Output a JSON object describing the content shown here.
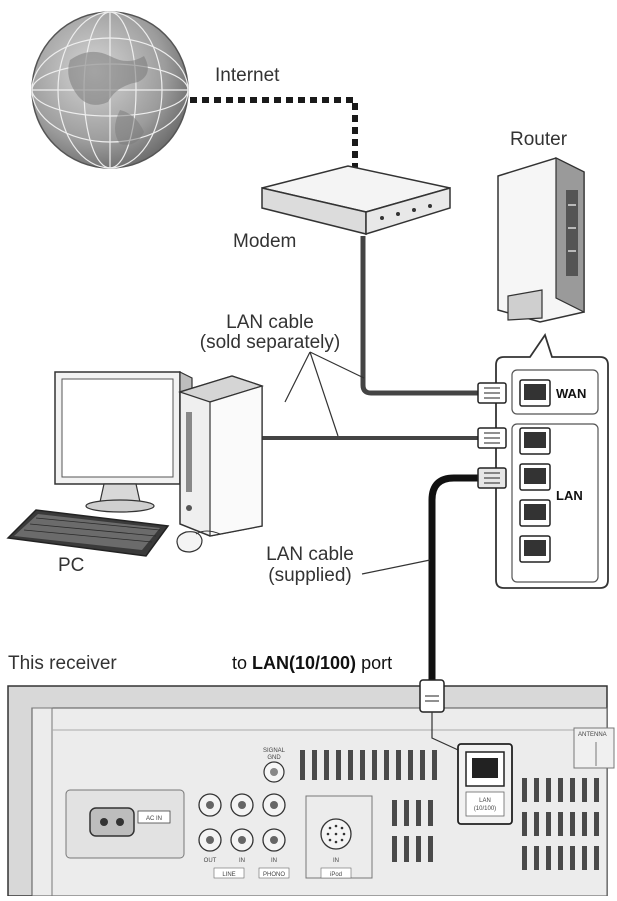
{
  "labels": {
    "internet": "Internet",
    "router": "Router",
    "modem": "Modem",
    "lan_cable_sold_line1": "LAN cable",
    "lan_cable_sold_line2": "(sold separately)",
    "pc": "PC",
    "lan_cable_supplied_line1": "LAN cable",
    "lan_cable_supplied_line2": "(supplied)",
    "this_receiver": "This receiver",
    "to_port_prefix": "to ",
    "to_port_bold": "LAN(10/100)",
    "to_port_suffix": " port"
  },
  "router_ports": {
    "wan": "WAN",
    "lan": "LAN"
  },
  "receiver_panel": {
    "signal_gnd_line1": "SIGNAL",
    "signal_gnd_line2": "GND",
    "ac_in": "AC IN",
    "line": "LINE",
    "phono": "PHONO",
    "ipod": "iPod",
    "out": "OUT",
    "in": "IN",
    "antenna": "ANTENNA",
    "lan_jack_line1": "LAN",
    "lan_jack_line2": "(10/100)"
  },
  "colors": {
    "ink": "#222222",
    "panel_fill": "#d9d9d9",
    "panel_inner": "#ececec",
    "globe_fill": "#a8a8a8"
  }
}
